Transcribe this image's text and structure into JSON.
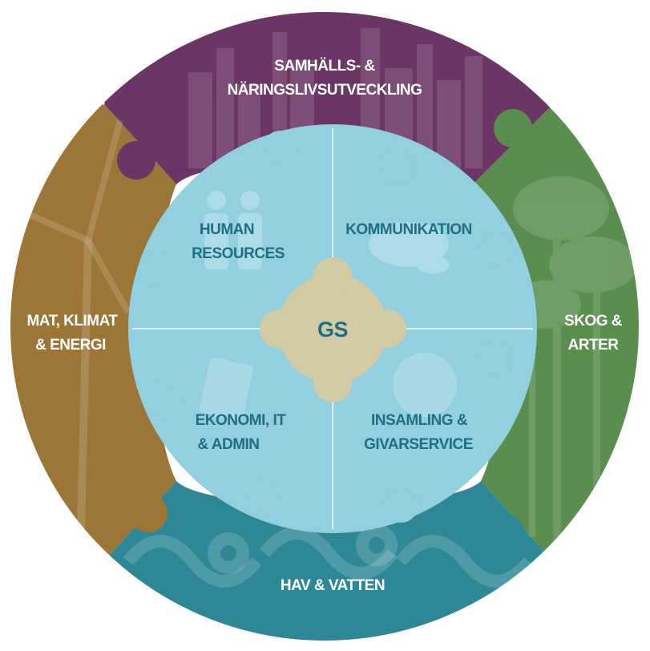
{
  "colors": {
    "top": "#6b3565",
    "right": "#5a8e4f",
    "bottom": "#2d8797",
    "left": "#9c7637",
    "inner": "#92cfdf",
    "center": "#d3cba3",
    "inner_text": "#1f6f86",
    "center_text": "#1c6f84",
    "rim": "#ffffff"
  },
  "outer_segments": {
    "top": {
      "line1": "SAMHÄLLS- &",
      "line2": "NÄRINGSLIVSUTVECKLING",
      "icon": "city-skyline-icon"
    },
    "right": {
      "line1": "SKOG &",
      "line2": "ARTER",
      "icon": "trees-icon"
    },
    "bottom": {
      "line1": "HAV & VATTEN",
      "icon": "waves-icon"
    },
    "left": {
      "line1": "MAT, KLIMAT",
      "line2": "& ENERGI",
      "icon": "wind-turbine-icon"
    }
  },
  "inner_segments": {
    "top_left": {
      "line1": "HUMAN",
      "line2": "RESOURCES",
      "icon": "people-icon"
    },
    "top_right": {
      "line1": "KOMMUNIKATION",
      "icon": "speech-bubbles-icon"
    },
    "bottom_left": {
      "line1": "EKONOMI, IT",
      "line2": "& ADMIN",
      "icon": "document-hand-icon"
    },
    "bottom_right": {
      "line1": "INSAMLING &",
      "line2": "GIVARSERVICE",
      "icon": "panda-icon"
    }
  },
  "center": {
    "label": "GS"
  }
}
